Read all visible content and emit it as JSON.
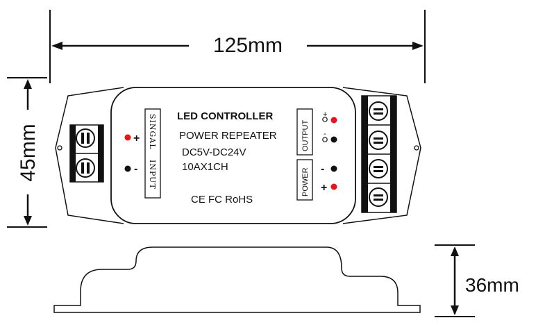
{
  "dimensions": {
    "width": "125mm",
    "height": "45mm",
    "depth": "36mm"
  },
  "device": {
    "title": "LED CONTROLLER",
    "subtitle": "POWER REPEATER",
    "voltage": "DC5V-DC24V",
    "current": "10AX1CH",
    "certifications": "CE FC RoHS"
  },
  "input_block": {
    "label_top": "SINGAL",
    "label_bottom": "INPUT",
    "plus": "+",
    "minus": "-"
  },
  "output_block": {
    "label": "OUTPUT",
    "plus": "+",
    "minus": "-"
  },
  "power_block": {
    "label": "POWER",
    "plus": "+",
    "minus": "-"
  },
  "colors": {
    "red_dot": "#e8131b",
    "black_dot": "#111111"
  }
}
